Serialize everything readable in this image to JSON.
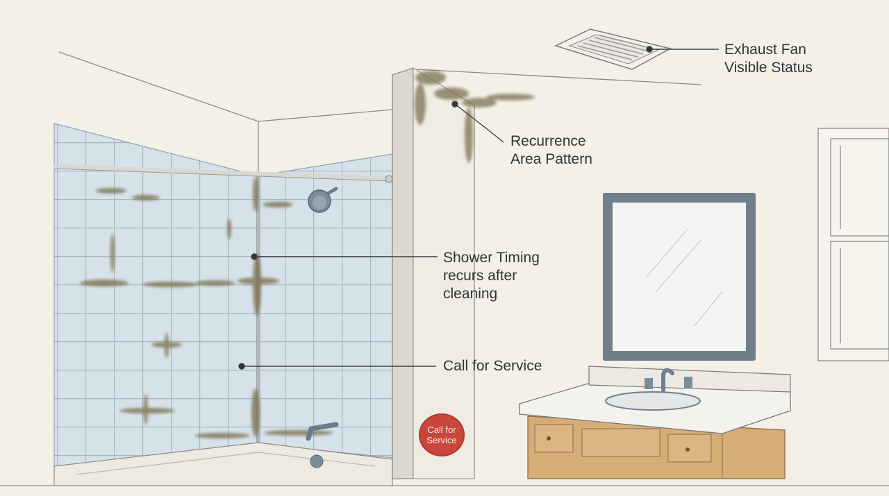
{
  "labels": {
    "exhaust_fan": [
      "Exhaust Fan",
      "Visible Status"
    ],
    "recurrence": [
      "Recurrence",
      "Area Pattern"
    ],
    "shower_timing": [
      "Shower Timing",
      "recurs after",
      "cleaning"
    ],
    "call_for_service": "Call for Service"
  },
  "badge": {
    "lines": [
      "Call for",
      "Service"
    ],
    "color": "#c8473c"
  },
  "colors": {
    "background": "#f3f0e8",
    "tile": "#d4e1ea",
    "grout": "#9fb0bd",
    "mold": "#7d7150",
    "mirror_frame": "#6f7f8c",
    "vanity_wood": "#d7ad76",
    "leader": "#3a3f44"
  }
}
